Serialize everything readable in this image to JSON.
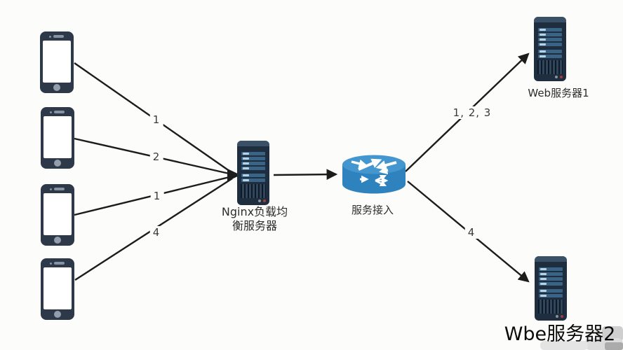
{
  "diagram": {
    "type": "network-topology",
    "nodes": {
      "clients": {
        "icon": "smartphone-icon",
        "count": 4
      },
      "load_balancer": {
        "icon": "tower-server-icon",
        "label": "Nginx负载均衡服务器",
        "label_line1": "Nginx负载均",
        "label_line2": "衡服务器"
      },
      "access_router": {
        "icon": "router-icon",
        "label": "服务接入"
      },
      "web_server_1": {
        "icon": "tower-server-icon",
        "label": "Web服务器1"
      },
      "web_server_2": {
        "icon": "tower-server-icon",
        "label": "Wbe服务器2"
      }
    },
    "edges": [
      {
        "from": "client-phone-1",
        "to": "load-balancer",
        "label": "1"
      },
      {
        "from": "client-phone-2",
        "to": "load-balancer",
        "label": "2"
      },
      {
        "from": "client-phone-3",
        "to": "load-balancer",
        "label": "1"
      },
      {
        "from": "client-phone-4",
        "to": "load-balancer",
        "label": "4"
      },
      {
        "from": "load-balancer",
        "to": "access-router",
        "label": ""
      },
      {
        "from": "access-router",
        "to": "web-server-1",
        "label": "1,  2,  3"
      },
      {
        "from": "access-router",
        "to": "web-server-2",
        "label": "4"
      }
    ],
    "colors": {
      "background": "#fcfcfb",
      "device_body": "#2d3848",
      "server_body": "#1f2e3e",
      "server_cap": "#3a5066",
      "drive_bay": "#3a6486",
      "drive_bay_led": "#b9d3e3",
      "status_dot_red": "#a63b3b",
      "status_dot_grey": "#8a94a0",
      "router_top": "#4496cf",
      "router_body": "#2e82bd",
      "connector_line": "#1c1c1c",
      "label_text": "#2d2d2d",
      "watermark_grey": "#d5d5d5"
    }
  }
}
